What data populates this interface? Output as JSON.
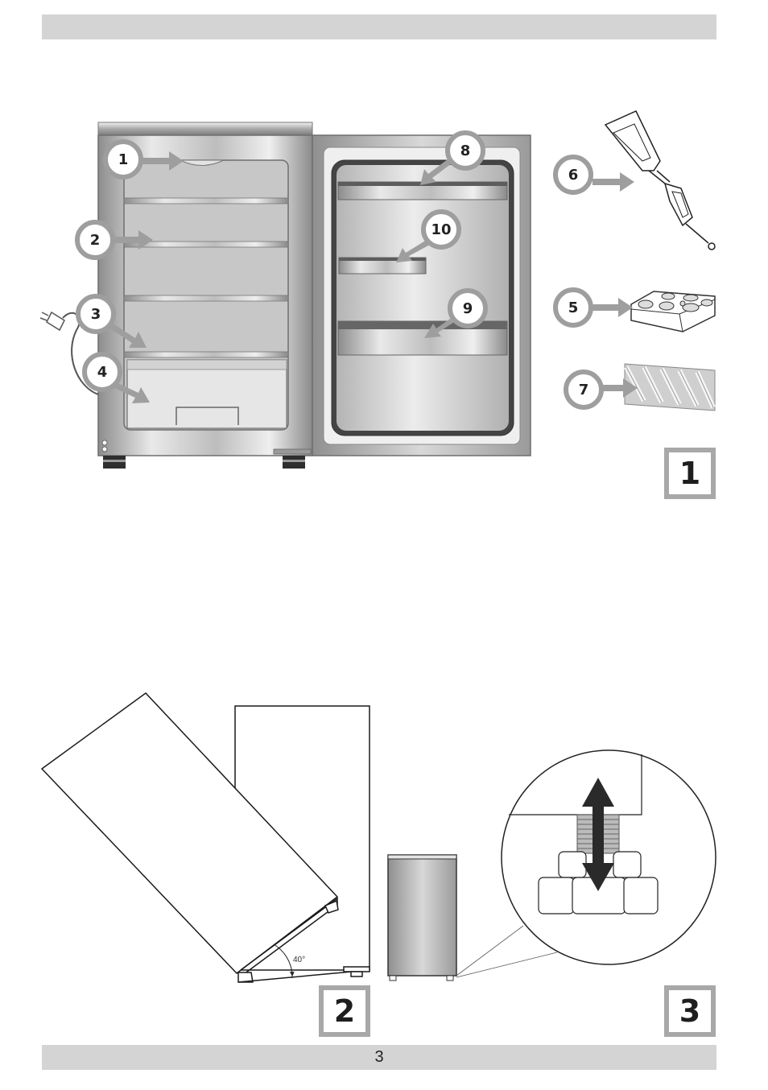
{
  "page": {
    "number": "3"
  },
  "figure1": {
    "label": "1",
    "callouts": [
      "1",
      "2",
      "3",
      "4",
      "5",
      "6",
      "7",
      "8",
      "9",
      "10"
    ]
  },
  "figure2": {
    "label": "2",
    "angle": "40°"
  },
  "figure3": {
    "label": "3"
  },
  "colors": {
    "band": "#d4d4d4",
    "callout_grey": "#9e9e9e",
    "frame_grey": "#a8a8a8"
  }
}
